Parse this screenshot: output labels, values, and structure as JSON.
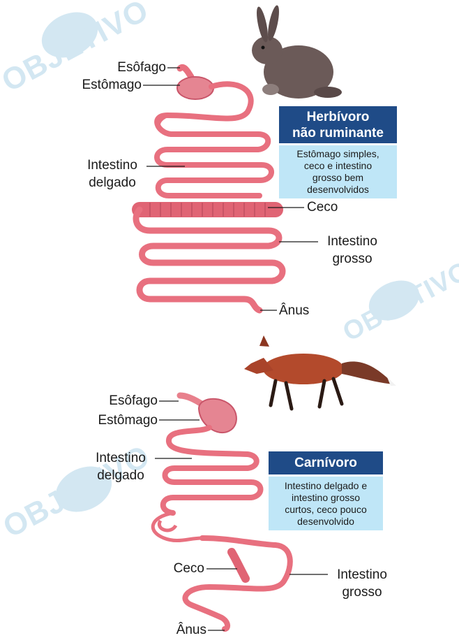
{
  "watermark": {
    "text": "OBJETIVO"
  },
  "herbivore": {
    "title_line1": "Herbívoro",
    "title_line2": "não ruminante",
    "desc_lines": [
      "Estômago simples,",
      "ceco e intestino",
      "grosso bem",
      "desenvolvidos"
    ],
    "labels": {
      "esofago": "Esôfago",
      "estomago": "Estômago",
      "intestino_delgado_1": "Intestino",
      "intestino_delgado_2": "delgado",
      "ceco": "Ceco",
      "intestino_grosso_1": "Intestino",
      "intestino_grosso_2": "grosso",
      "anus": "Ânus"
    }
  },
  "carnivore": {
    "title": "Carnívoro",
    "desc_lines": [
      "Intestino delgado e",
      "intestino grosso",
      "curtos, ceco pouco",
      "desenvolvido"
    ],
    "labels": {
      "esofago": "Esôfago",
      "estomago": "Estômago",
      "intestino_delgado_1": "Intestino",
      "intestino_delgado_2": "delgado",
      "ceco": "Ceco",
      "intestino_grosso_1": "Intestino",
      "intestino_grosso_2": "grosso",
      "anus": "Ânus"
    }
  },
  "colors": {
    "box_title_bg": "#1f4b87",
    "box_body_bg": "#bfe6f7",
    "intestine": "#e8707f",
    "watermark": "#d3e7f2"
  }
}
